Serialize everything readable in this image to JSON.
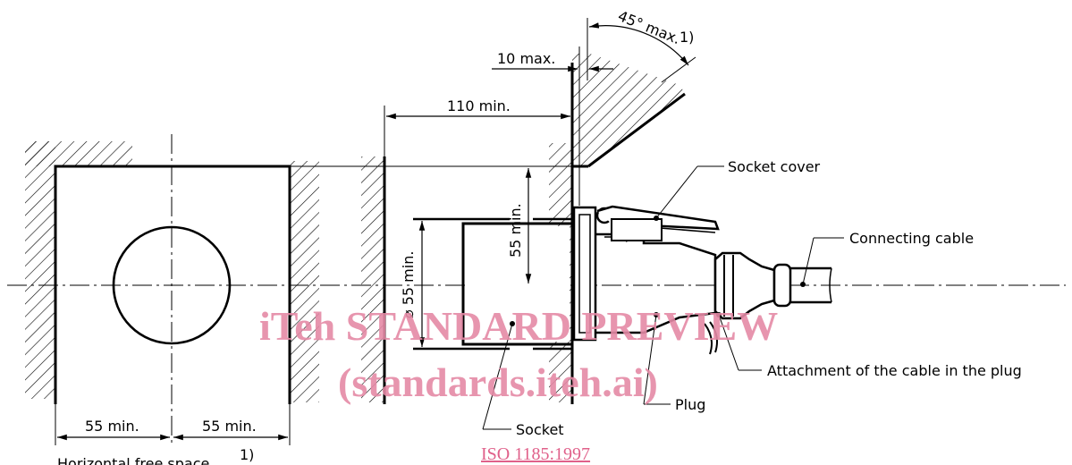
{
  "dimensions": {
    "angle": "45° max.",
    "angle_note": "1)",
    "ten_max": "10 max.",
    "one_ten_min": "110 min.",
    "fifty_five_vertical": "55 min.",
    "diameter": "⌀ 55 min.",
    "left_half": "55 min.",
    "right_half": "55 min."
  },
  "labels": {
    "socket_cover": "Socket cover",
    "connecting_cable": "Connecting cable",
    "attachment": "Attachment of the cable in the plug",
    "plug": "Plug",
    "socket": "Socket",
    "horizontal_free_space": "Horizontal free space",
    "horizontal_free_space_note": "1)"
  },
  "watermark": {
    "line1": "iTeh STANDARD PREVIEW",
    "line2": "(standards.iteh.ai)",
    "link": "ISO 1185:1997"
  },
  "colors": {
    "line": "#000000",
    "watermark": "#e58aa6"
  }
}
